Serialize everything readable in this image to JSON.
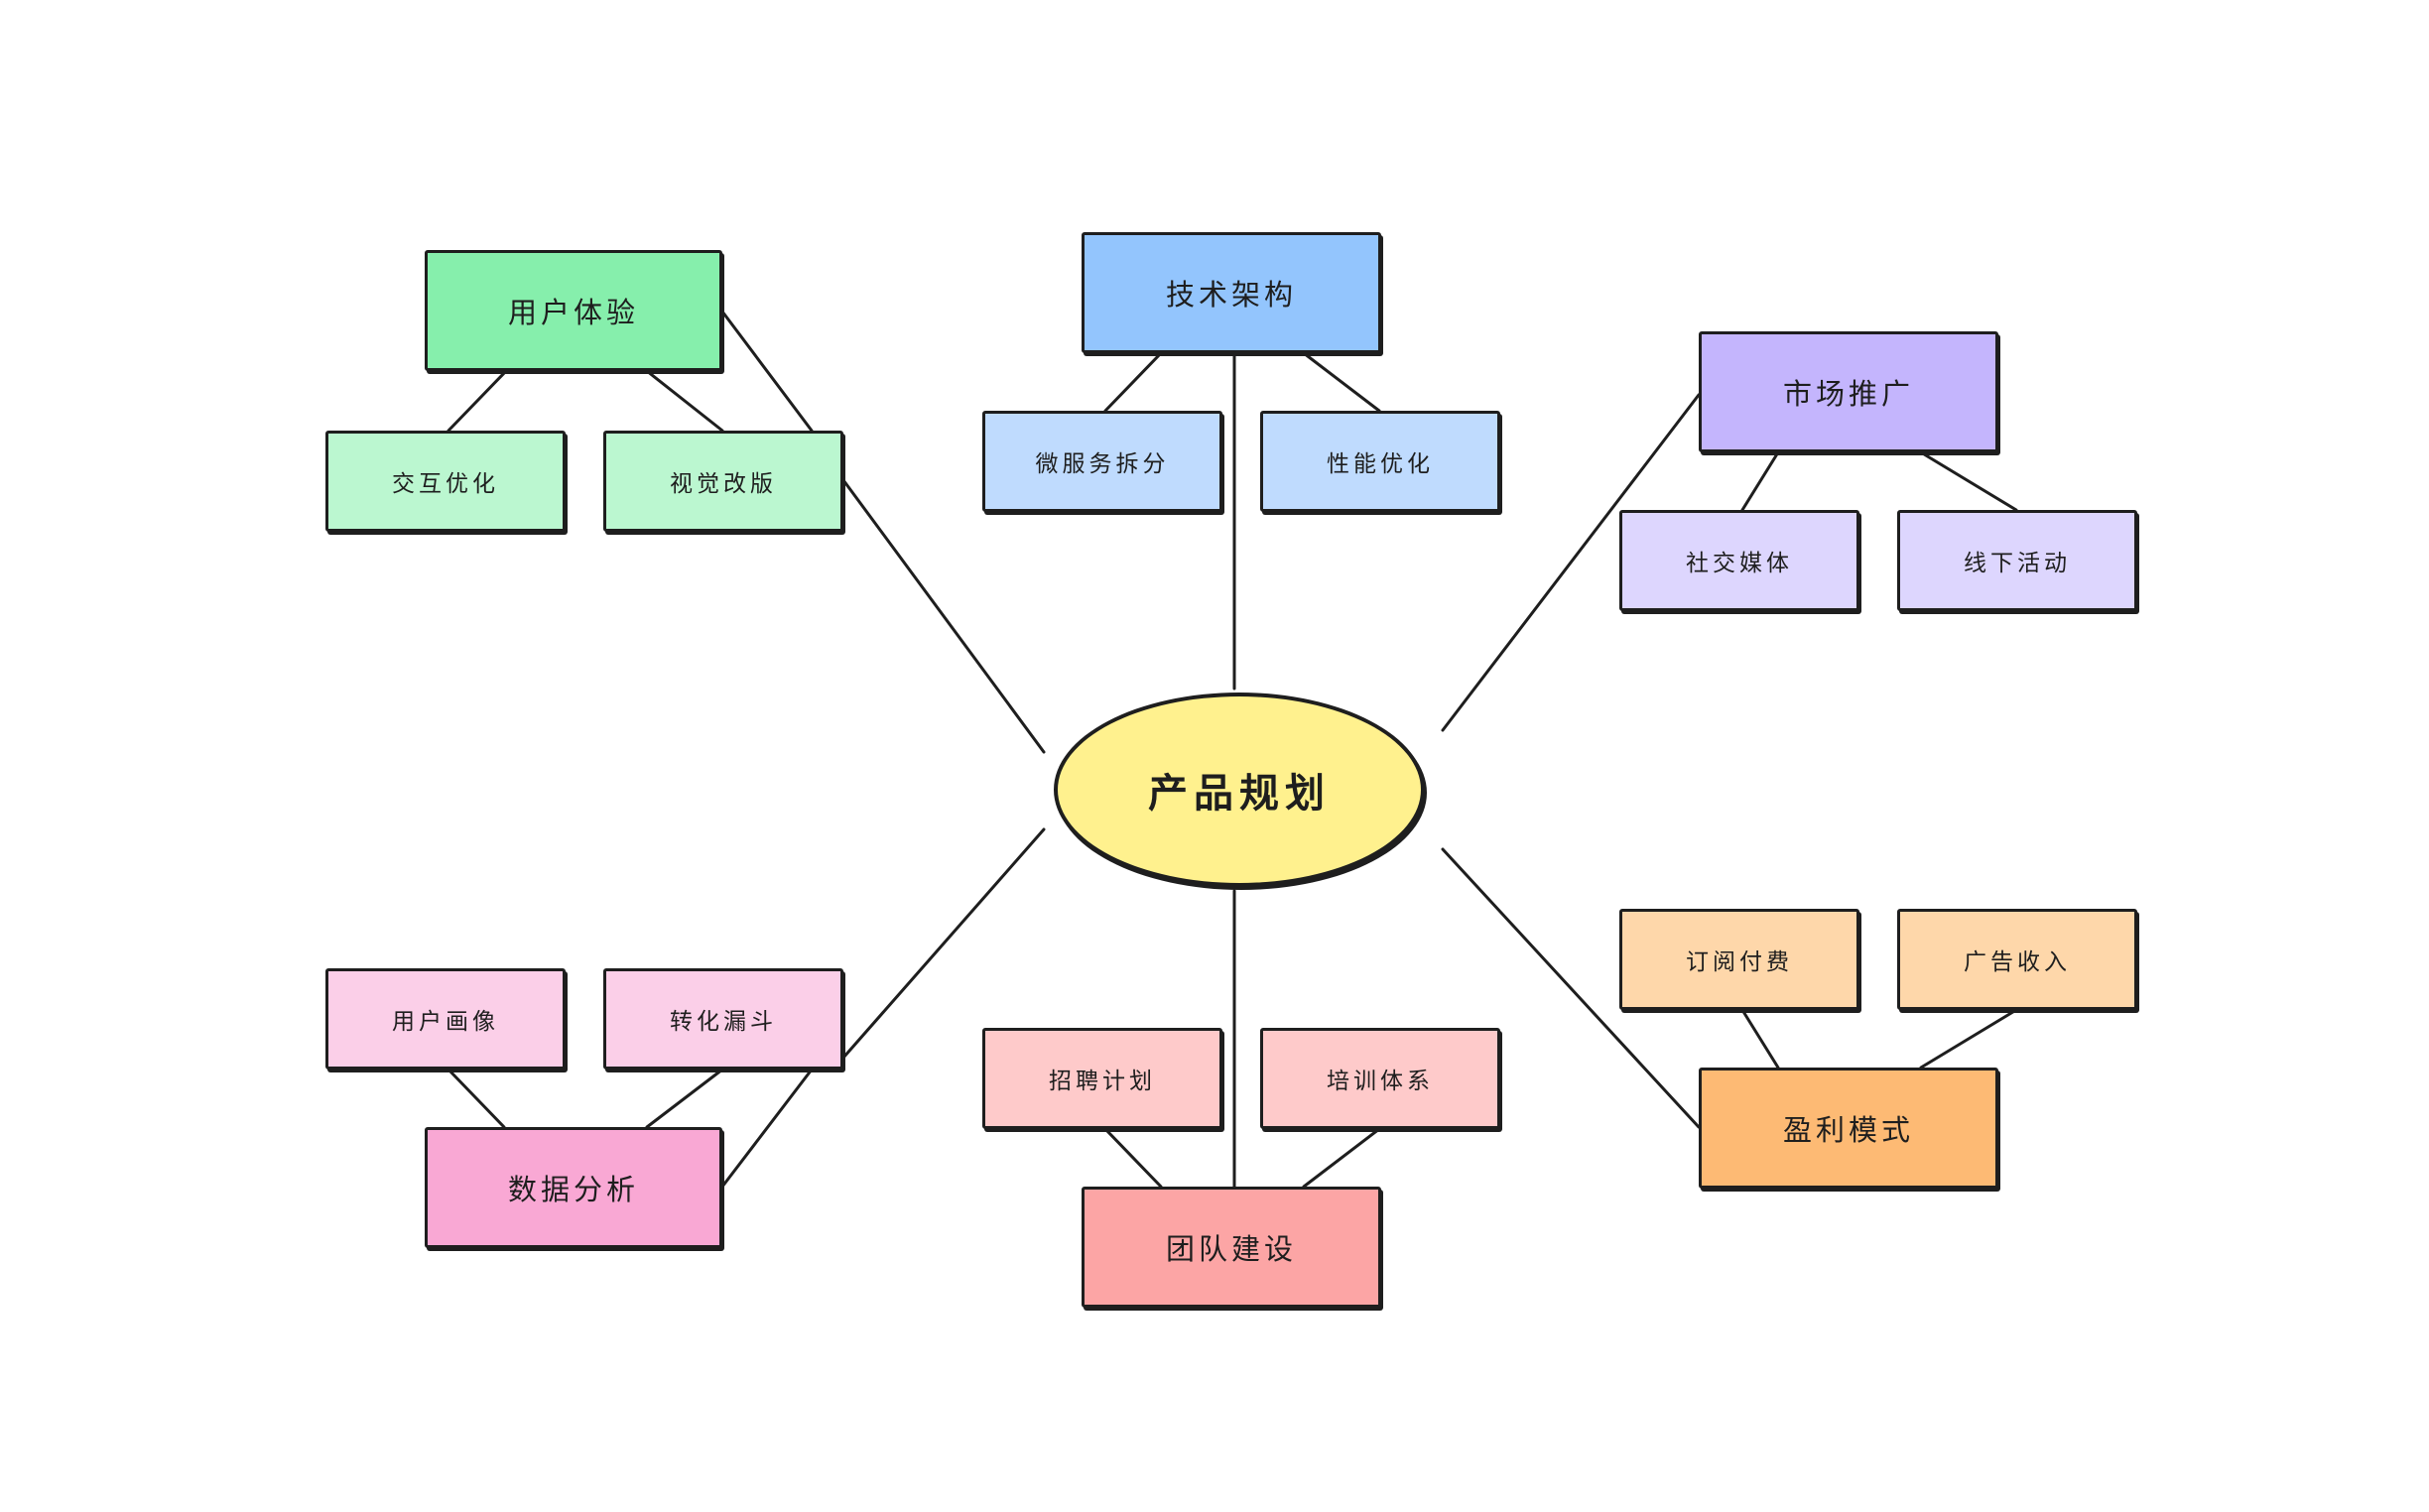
{
  "center": {
    "label": "产品规划",
    "color": "#fff18e"
  },
  "branches": [
    {
      "id": "ux",
      "label": "用户体验",
      "color": "#86efac",
      "sub_color": "#bbf7d0",
      "children": [
        "交互优化",
        "视觉改版"
      ]
    },
    {
      "id": "tech",
      "label": "技术架构",
      "color": "#93c5fd",
      "sub_color": "#bfdbfe",
      "children": [
        "微服务拆分",
        "性能优化"
      ]
    },
    {
      "id": "mkt",
      "label": "市场推广",
      "color": "#c4b5fd",
      "sub_color": "#ddd6fe",
      "children": [
        "社交媒体",
        "线下活动"
      ]
    },
    {
      "id": "data",
      "label": "数据分析",
      "color": "#f9a8d4",
      "sub_color": "#fbcfe8",
      "children": [
        "用户画像",
        "转化漏斗"
      ]
    },
    {
      "id": "team",
      "label": "团队建设",
      "color": "#fca5a5",
      "sub_color": "#fecaca",
      "children": [
        "招聘计划",
        "培训体系"
      ]
    },
    {
      "id": "rev",
      "label": "盈利模式",
      "color": "#fdba74",
      "sub_color": "#fed7aa",
      "children": [
        "订阅付费",
        "广告收入"
      ]
    }
  ]
}
